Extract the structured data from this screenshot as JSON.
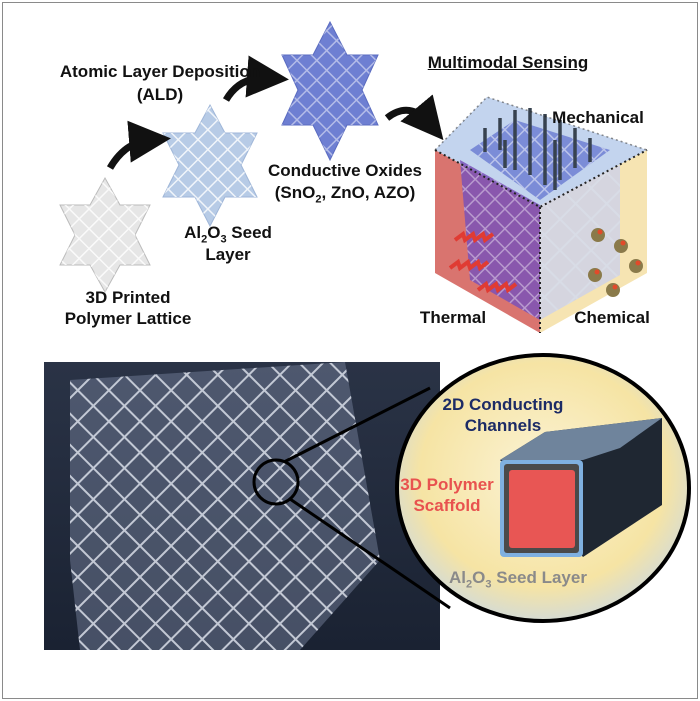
{
  "top": {
    "ald_title": "Atomic Layer Deposition",
    "ald_abbr": "(ALD)",
    "step1_line1": "3D Printed",
    "step1_line2": "Polymer Lattice",
    "step2_a": "Al",
    "step2_sub1": "2",
    "step2_b": "O",
    "step2_sub2": "3",
    "step2_c": " Seed",
    "step2_line2": "Layer",
    "step3_line1": "Conductive Oxides",
    "step3_a": "(SnO",
    "step3_sub": "2",
    "step3_b": ", ZnO, AZO)",
    "sensing_title": "Multimodal Sensing",
    "mode_mechanical": "Mechanical",
    "mode_thermal": "Thermal",
    "mode_chemical": "Chemical"
  },
  "bottom": {
    "channels_line1": "2D Conducting",
    "channels_line2": "Channels",
    "scaffold_line1": "3D Polymer",
    "scaffold_line2": "Scaffold",
    "seed_a": "Al",
    "seed_sub1": "2",
    "seed_b": "O",
    "seed_sub2": "3",
    "seed_c": " Seed Layer"
  },
  "colors": {
    "polymer": "#e9e9e9",
    "seed": "#b9cde6",
    "oxide": "#6f7fd0",
    "thermal": "#d9736f",
    "chemical": "#f6e4b0",
    "mechanical": "#c2d3ee",
    "channels_text": "#1c2b66",
    "scaffold_text": "#e8524f",
    "photo_bg": "#1c2536"
  }
}
